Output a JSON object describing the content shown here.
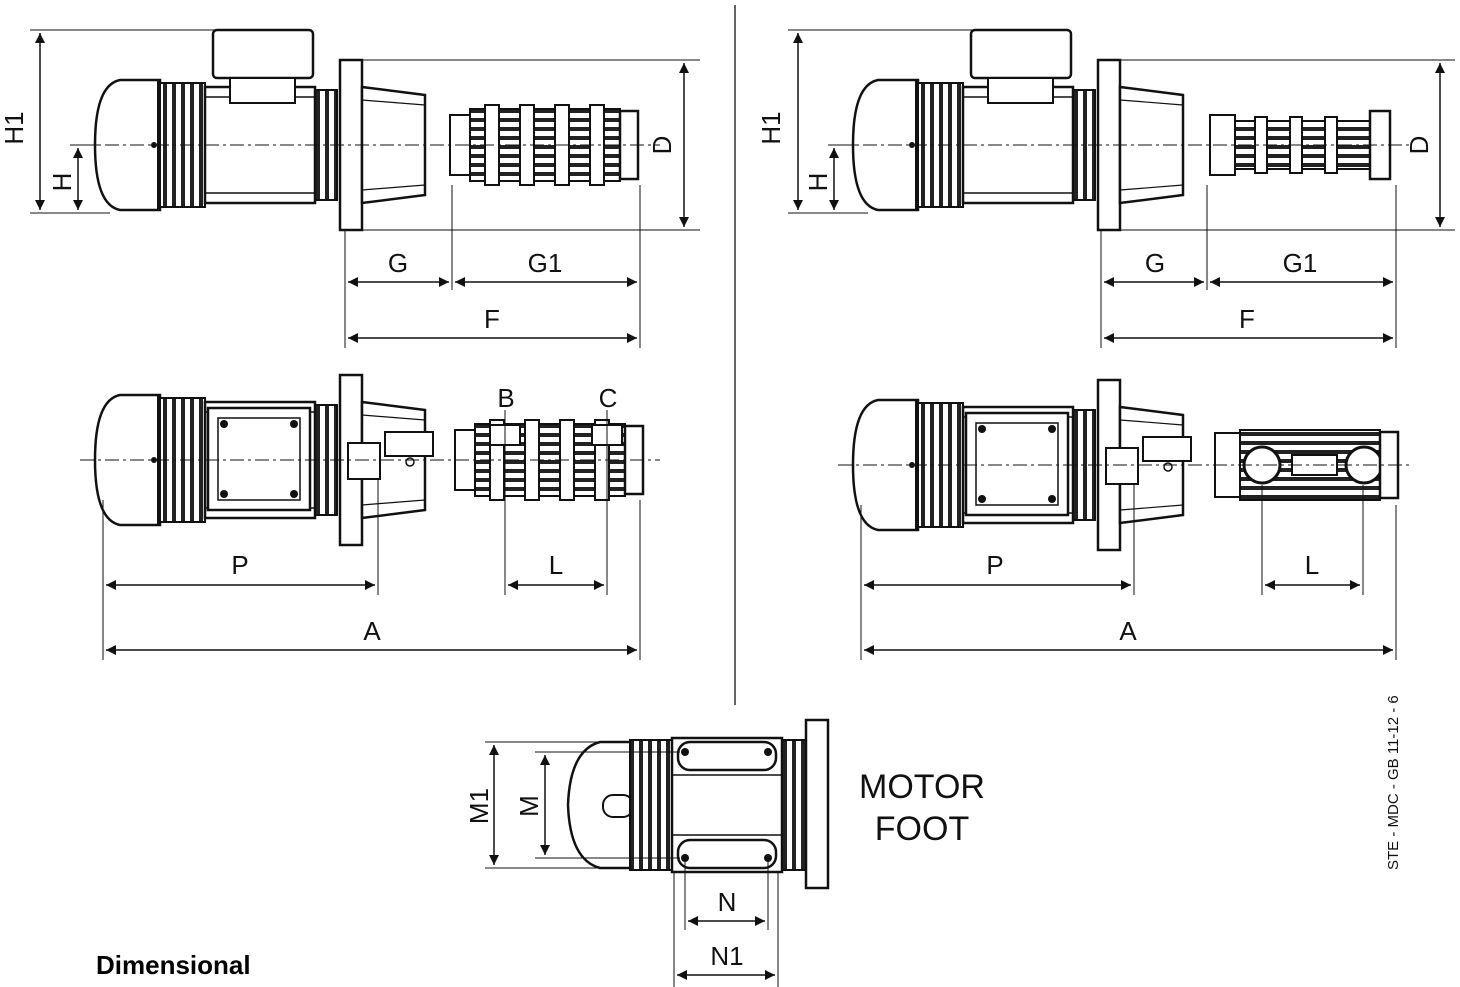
{
  "dimension_labels": {
    "H1": "H1",
    "H": "H",
    "D": "D",
    "G": "G",
    "G1": "G1",
    "F": "F",
    "P": "P",
    "A": "A",
    "L": "L",
    "B": "B",
    "C": "C",
    "M1": "M1",
    "M": "M",
    "N": "N",
    "N1": "N1"
  },
  "motor_foot_label": [
    "MOTOR",
    "FOOT"
  ],
  "doc_reference": "STE - MDC - GB 11-12 - 6",
  "caption": "Dimensional"
}
